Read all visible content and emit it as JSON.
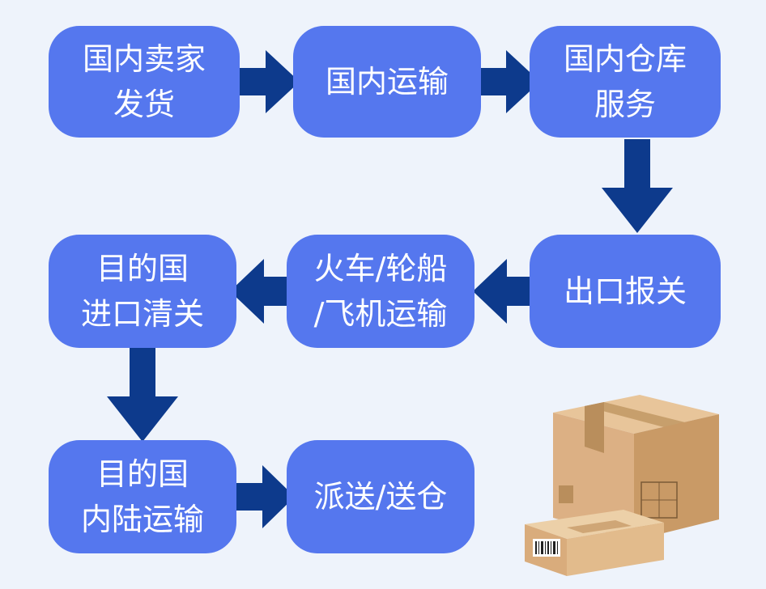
{
  "colors": {
    "node_fill": "#5577ee",
    "node_text": "#ffffff",
    "arrow": "#0d3a8c",
    "background": "#eef3fb"
  },
  "nodes": {
    "domestic_seller_ship": {
      "line1": "国内卖家",
      "line2": "发货"
    },
    "domestic_transport": {
      "line1": "国内运输"
    },
    "domestic_warehouse": {
      "line1": "国内仓库",
      "line2": "服务"
    },
    "export_customs": {
      "line1": "出口报关"
    },
    "train_ship_air": {
      "line1": "火车/轮船",
      "line2": "/飞机运输"
    },
    "import_customs": {
      "line1": "目的国",
      "line2": "进口清关"
    },
    "inland_transport": {
      "line1": "目的国",
      "line2": "内陆运输"
    },
    "delivery": {
      "line1": "派送/送仓"
    }
  },
  "illustration": {
    "icon": "cardboard-boxes-icon"
  }
}
